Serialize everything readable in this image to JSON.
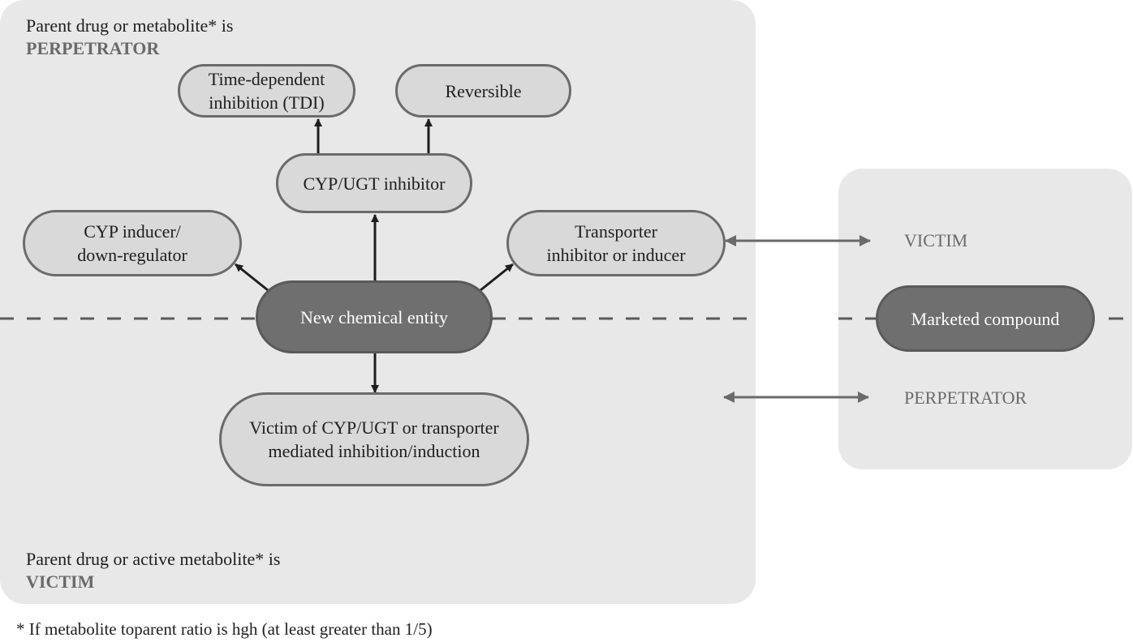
{
  "top_label": {
    "line1": "Parent drug or metabolite* is",
    "line2": "PERPETRATOR"
  },
  "bottom_label": {
    "line1": "Parent drug or active metabolite* is",
    "line2": "VICTIM"
  },
  "nodes": {
    "tdi": "Time-dependent\ninhibition (TDI)",
    "reversible": "Reversible",
    "cyp_ugt_inhibitor": "CYP/UGT inhibitor",
    "cyp_inducer": "CYP inducer/\ndown-regulator",
    "transporter": "Transporter\ninhibitor or inducer",
    "nce": "New chemical entity",
    "victim_node": "Victim of CYP/UGT or transporter\nmediated inhibition/induction",
    "marketed": "Marketed compound"
  },
  "right_labels": {
    "victim": "VICTIM",
    "perpetrator": "PERPETRATOR"
  },
  "footnote": "* If metabolite toparent ratio is hgh (at least greater than 1/5)",
  "colors": {
    "panel": "#e8e8e8",
    "node_light": "#d9d9d9",
    "node_dark": "#6f6f6f",
    "border": "#6b6b6b",
    "accent_text": "#6a6a6a"
  }
}
